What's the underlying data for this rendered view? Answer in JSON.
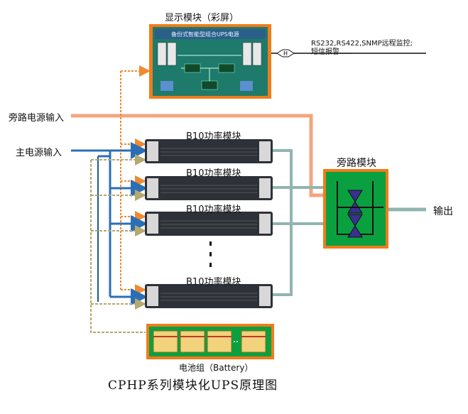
{
  "display_module": {
    "label": "显示模块（彩屏）",
    "screen_title": "备份式智能型组合UPS电源"
  },
  "comm_note": {
    "line1": "RS232,RS422,SNMP远程监控;",
    "line2": "短信报警......"
  },
  "inputs": {
    "bypass_input": "旁路电源输入",
    "main_input": "主电源输入"
  },
  "power_modules": [
    {
      "label": "B10功率模块"
    },
    {
      "label": "B10功率模块"
    },
    {
      "label": "B10功率模块"
    },
    {
      "label": "B10功率模块"
    }
  ],
  "bypass_module": {
    "label": "旁路模块"
  },
  "output": {
    "label": "输出"
  },
  "battery": {
    "label": "电池组（Battery）",
    "cell_count": 4
  },
  "caption": "CPHP系列模块化UPS原理图",
  "colors": {
    "bypass_line": "#f4a582",
    "main_line": "#2a6fb5",
    "battery_line": "#c8c3a0",
    "dc_line": "#f08a30",
    "output_line": "#8fb5b0",
    "screen_frame": "#f07c1a",
    "screen_bg": "#1e7a6a",
    "module_green": "#0aa040",
    "rack_body": "#2d3138"
  }
}
